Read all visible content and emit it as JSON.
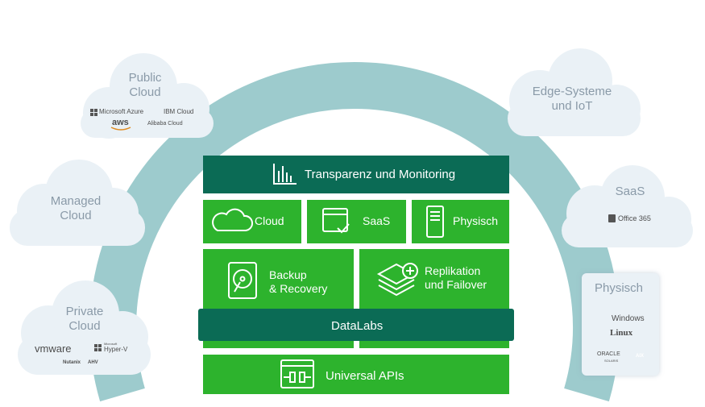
{
  "title": "Orchestrierung",
  "clouds": {
    "public": {
      "line1": "Public",
      "line2": "Cloud",
      "logos": [
        "Microsoft Azure",
        "IBM Cloud",
        "aws",
        "Alibaba Cloud"
      ]
    },
    "managed": {
      "line1": "Managed",
      "line2": "Cloud"
    },
    "private": {
      "line1": "Private",
      "line2": "Cloud",
      "logos": [
        "vmware",
        "Microsoft",
        "Hyper-V",
        "Nutanix",
        "AHV"
      ]
    },
    "edge": {
      "line1": "Edge-Systeme",
      "line2": "und IoT"
    },
    "saas": {
      "line1": "SaaS",
      "logos": [
        "Office 365"
      ]
    },
    "physisch": {
      "label": "Physisch",
      "logos": [
        "Windows",
        "Linux",
        "ORACLE",
        "SOLARIS",
        "AIX"
      ]
    }
  },
  "center": {
    "monitoring": "Transparenz und Monitoring",
    "cloud": "Cloud",
    "saas": "SaaS",
    "physisch": "Physisch",
    "backup_line1": "Backup",
    "backup_line2": "& Recovery",
    "replikation_line1": "Replikation",
    "replikation_line2": "und Failover",
    "datalabs": "DataLabs",
    "apis": "Universal APIs"
  },
  "colors": {
    "green": "#2db32d",
    "dark_green": "#0b6b55",
    "arc": "#9dcbcd",
    "cloud": "#eaf1f6",
    "cloud_text": "#8a9aa8"
  }
}
